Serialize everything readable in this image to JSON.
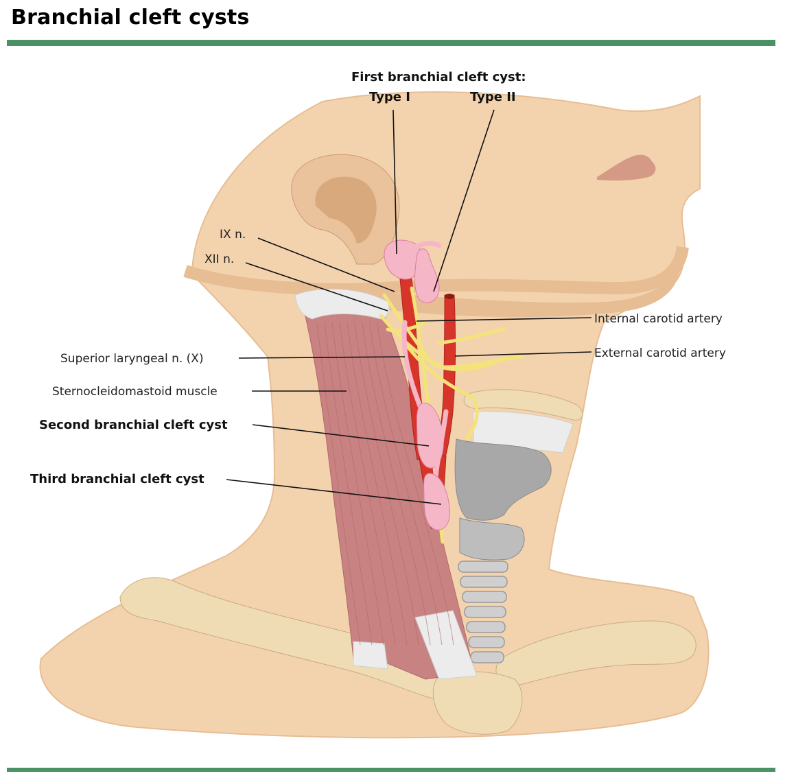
{
  "title": "Branchial cleft cysts",
  "colors": {
    "rule": "#4a9166",
    "skin": "#f3d3ae",
    "skin_shadow": "#e7bd93",
    "bone": "#f0dcb4",
    "muscle": "#c98282",
    "muscle_dark": "#b06868",
    "tendon": "#ececec",
    "artery": "#d8352a",
    "nerve": "#f4e27a",
    "cyst": "#f5b6c8",
    "cartilage": "#a8a8a8",
    "ear": "#eac39c",
    "lips": "#d59a86"
  },
  "labels": {
    "first_cyst_header": "First branchial cleft cyst:",
    "type_i": "Type I",
    "type_ii": "Type II",
    "ix_n": "IX n.",
    "xii_n": "XII n.",
    "superior_laryngeal": "Superior laryngeal n. (X)",
    "scm": "Sternocleidomastoid muscle",
    "second_cyst": "Second branchial cleft cyst",
    "third_cyst": "Third branchial cleft cyst",
    "internal_carotid": "Internal carotid artery",
    "external_carotid": "External carotid artery"
  }
}
